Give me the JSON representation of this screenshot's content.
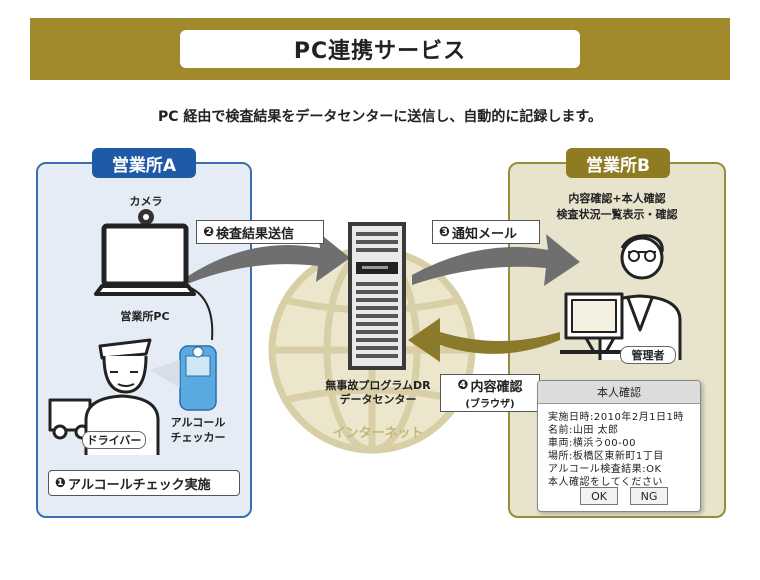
{
  "banner": {
    "title": "PC連携サービス"
  },
  "subtitle": "PC 経由で検査結果をデータセンターに送信し、自動的に記録します。",
  "office_a": {
    "title": "営業所A",
    "camera_label": "カメラ",
    "pc_label": "営業所PC",
    "checker_label_1": "アルコール",
    "checker_label_2": "チェッカー",
    "driver_label": "ドライバー",
    "step1_num": "❶",
    "step1_text": "アルコールチェック実施"
  },
  "office_b": {
    "title": "営業所B",
    "desc_1": "内容確認+本人確認",
    "desc_2": "検査状況一覧表示・確認",
    "manager_label": "管理者"
  },
  "center": {
    "line_1": "無事故プログラムDR",
    "line_2": "データセンター",
    "internet_label": "インターネット"
  },
  "steps": {
    "step2_num": "❷",
    "step2_text": "検査結果送信",
    "step3_num": "❸",
    "step3_text": "通知メール",
    "step4_num": "❹",
    "step4_text": "内容確認",
    "step4_sub": "(ブラウザ)"
  },
  "dialog": {
    "title": "本人確認",
    "lines": [
      "実施日時:2010年2月1日1時",
      "名前:山田 太郎",
      "車両:横浜う00-00",
      "場所:板橋区東新町1丁目",
      "アルコール検査結果:OK",
      "本人確認をしてください"
    ],
    "ok_label": "OK",
    "ng_label": "NG"
  },
  "colors": {
    "banner": "#a08a2c",
    "office_a_fill": "#e6ecf6",
    "office_a_border": "#3b6fb5",
    "office_a_tab": "#1f5aa6",
    "office_b_fill": "#e8e3cc",
    "office_b_border": "#9a8a3a",
    "office_b_tab": "#8e7b22",
    "arrow_gray": "#6f6f6f",
    "arrow_gold": "#8a7a2a"
  }
}
